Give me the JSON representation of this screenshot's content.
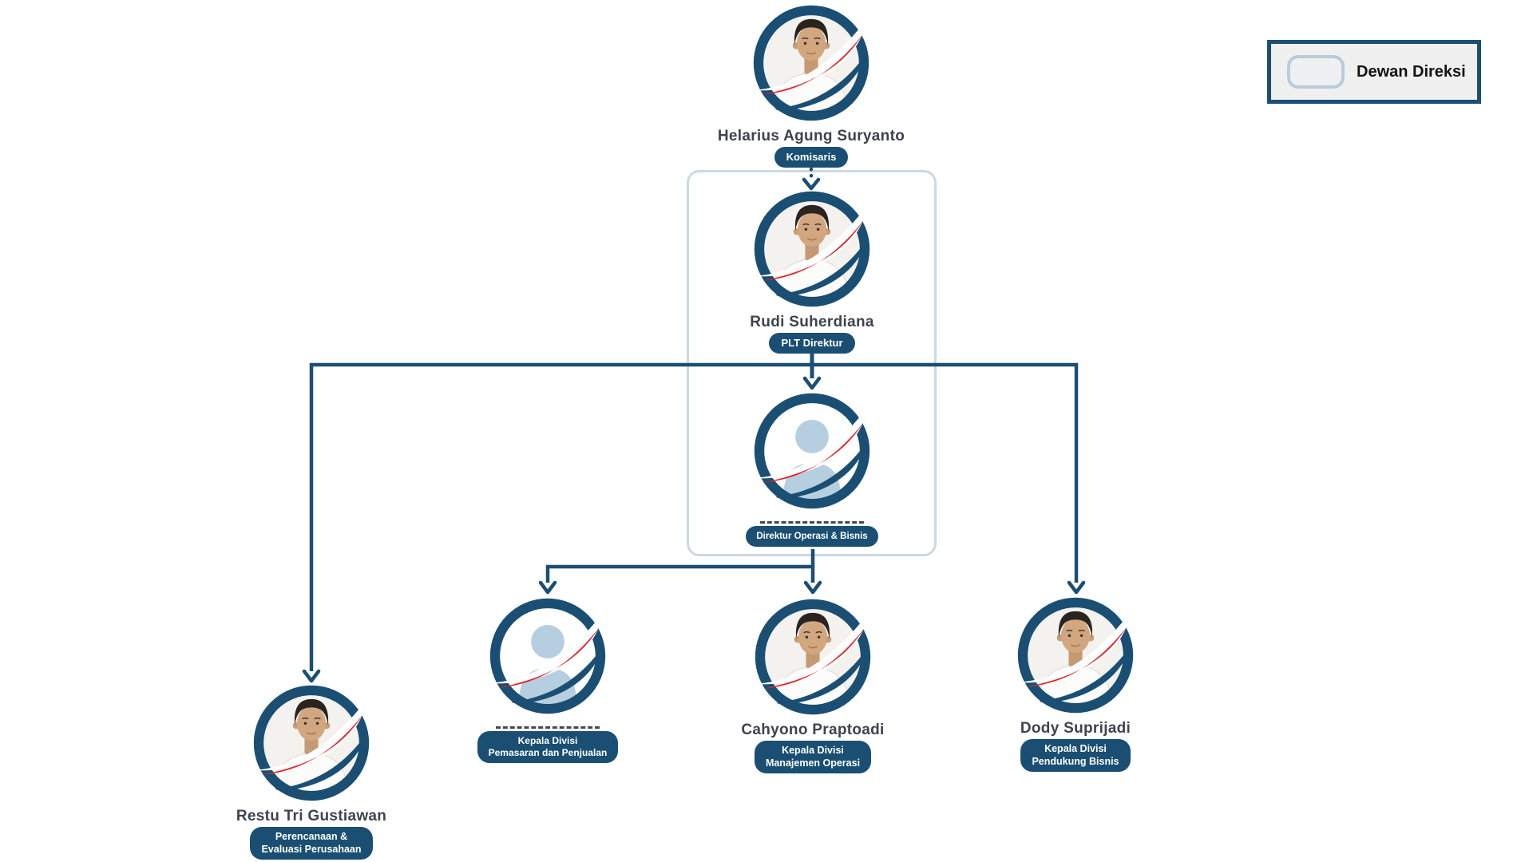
{
  "colors": {
    "navy": "#1a4f73",
    "red": "#e5242b",
    "silhouette_blue": "#b5cfe0",
    "group_box_border": "#cbd9e3",
    "legend_fill": "#f0f0f0",
    "legend_swatch_border": "#b9cbd8",
    "name_text": "#3d434f"
  },
  "legend": {
    "label": "Dewan Direksi"
  },
  "group": {
    "name": "Dewan Direksi",
    "members": [
      "plt-direktur",
      "direktur-operasi-bisnis"
    ]
  },
  "nodes": [
    {
      "id": "komisaris",
      "name": "Helarius Agung Suryanto",
      "title_lines": [
        "Komisaris"
      ],
      "avatar": "photo",
      "reports_to": null
    },
    {
      "id": "plt-direktur",
      "name": "Rudi Suherdiana",
      "title_lines": [
        "PLT Direktur"
      ],
      "avatar": "photo",
      "reports_to": "komisaris"
    },
    {
      "id": "direktur-operasi-bisnis",
      "name": "",
      "vacant": true,
      "title_lines": [
        "Direktur Operasi & Bisnis"
      ],
      "avatar": "placeholder",
      "reports_to": "plt-direktur"
    },
    {
      "id": "perencanaan-evaluasi",
      "name": "Restu Tri Gustiawan",
      "title_lines": [
        "Perencanaan &",
        "Evaluasi Perusahaan"
      ],
      "avatar": "photo",
      "reports_to": "plt-direktur"
    },
    {
      "id": "divisi-pemasaran-penjualan",
      "name": "",
      "vacant": true,
      "title_lines": [
        "Kepala Divisi",
        "Pemasaran dan Penjualan"
      ],
      "avatar": "placeholder",
      "reports_to": "direktur-operasi-bisnis"
    },
    {
      "id": "divisi-manajemen-operasi",
      "name": "Cahyono Praptoadi",
      "title_lines": [
        "Kepala Divisi",
        "Manajemen Operasi"
      ],
      "avatar": "photo",
      "reports_to": "direktur-operasi-bisnis"
    },
    {
      "id": "divisi-pendukung-bisnis",
      "name": "Dody Suprijadi",
      "title_lines": [
        "Kepala Divisi",
        "Pendukung Bisnis"
      ],
      "avatar": "photo",
      "reports_to": "plt-direktur"
    }
  ]
}
